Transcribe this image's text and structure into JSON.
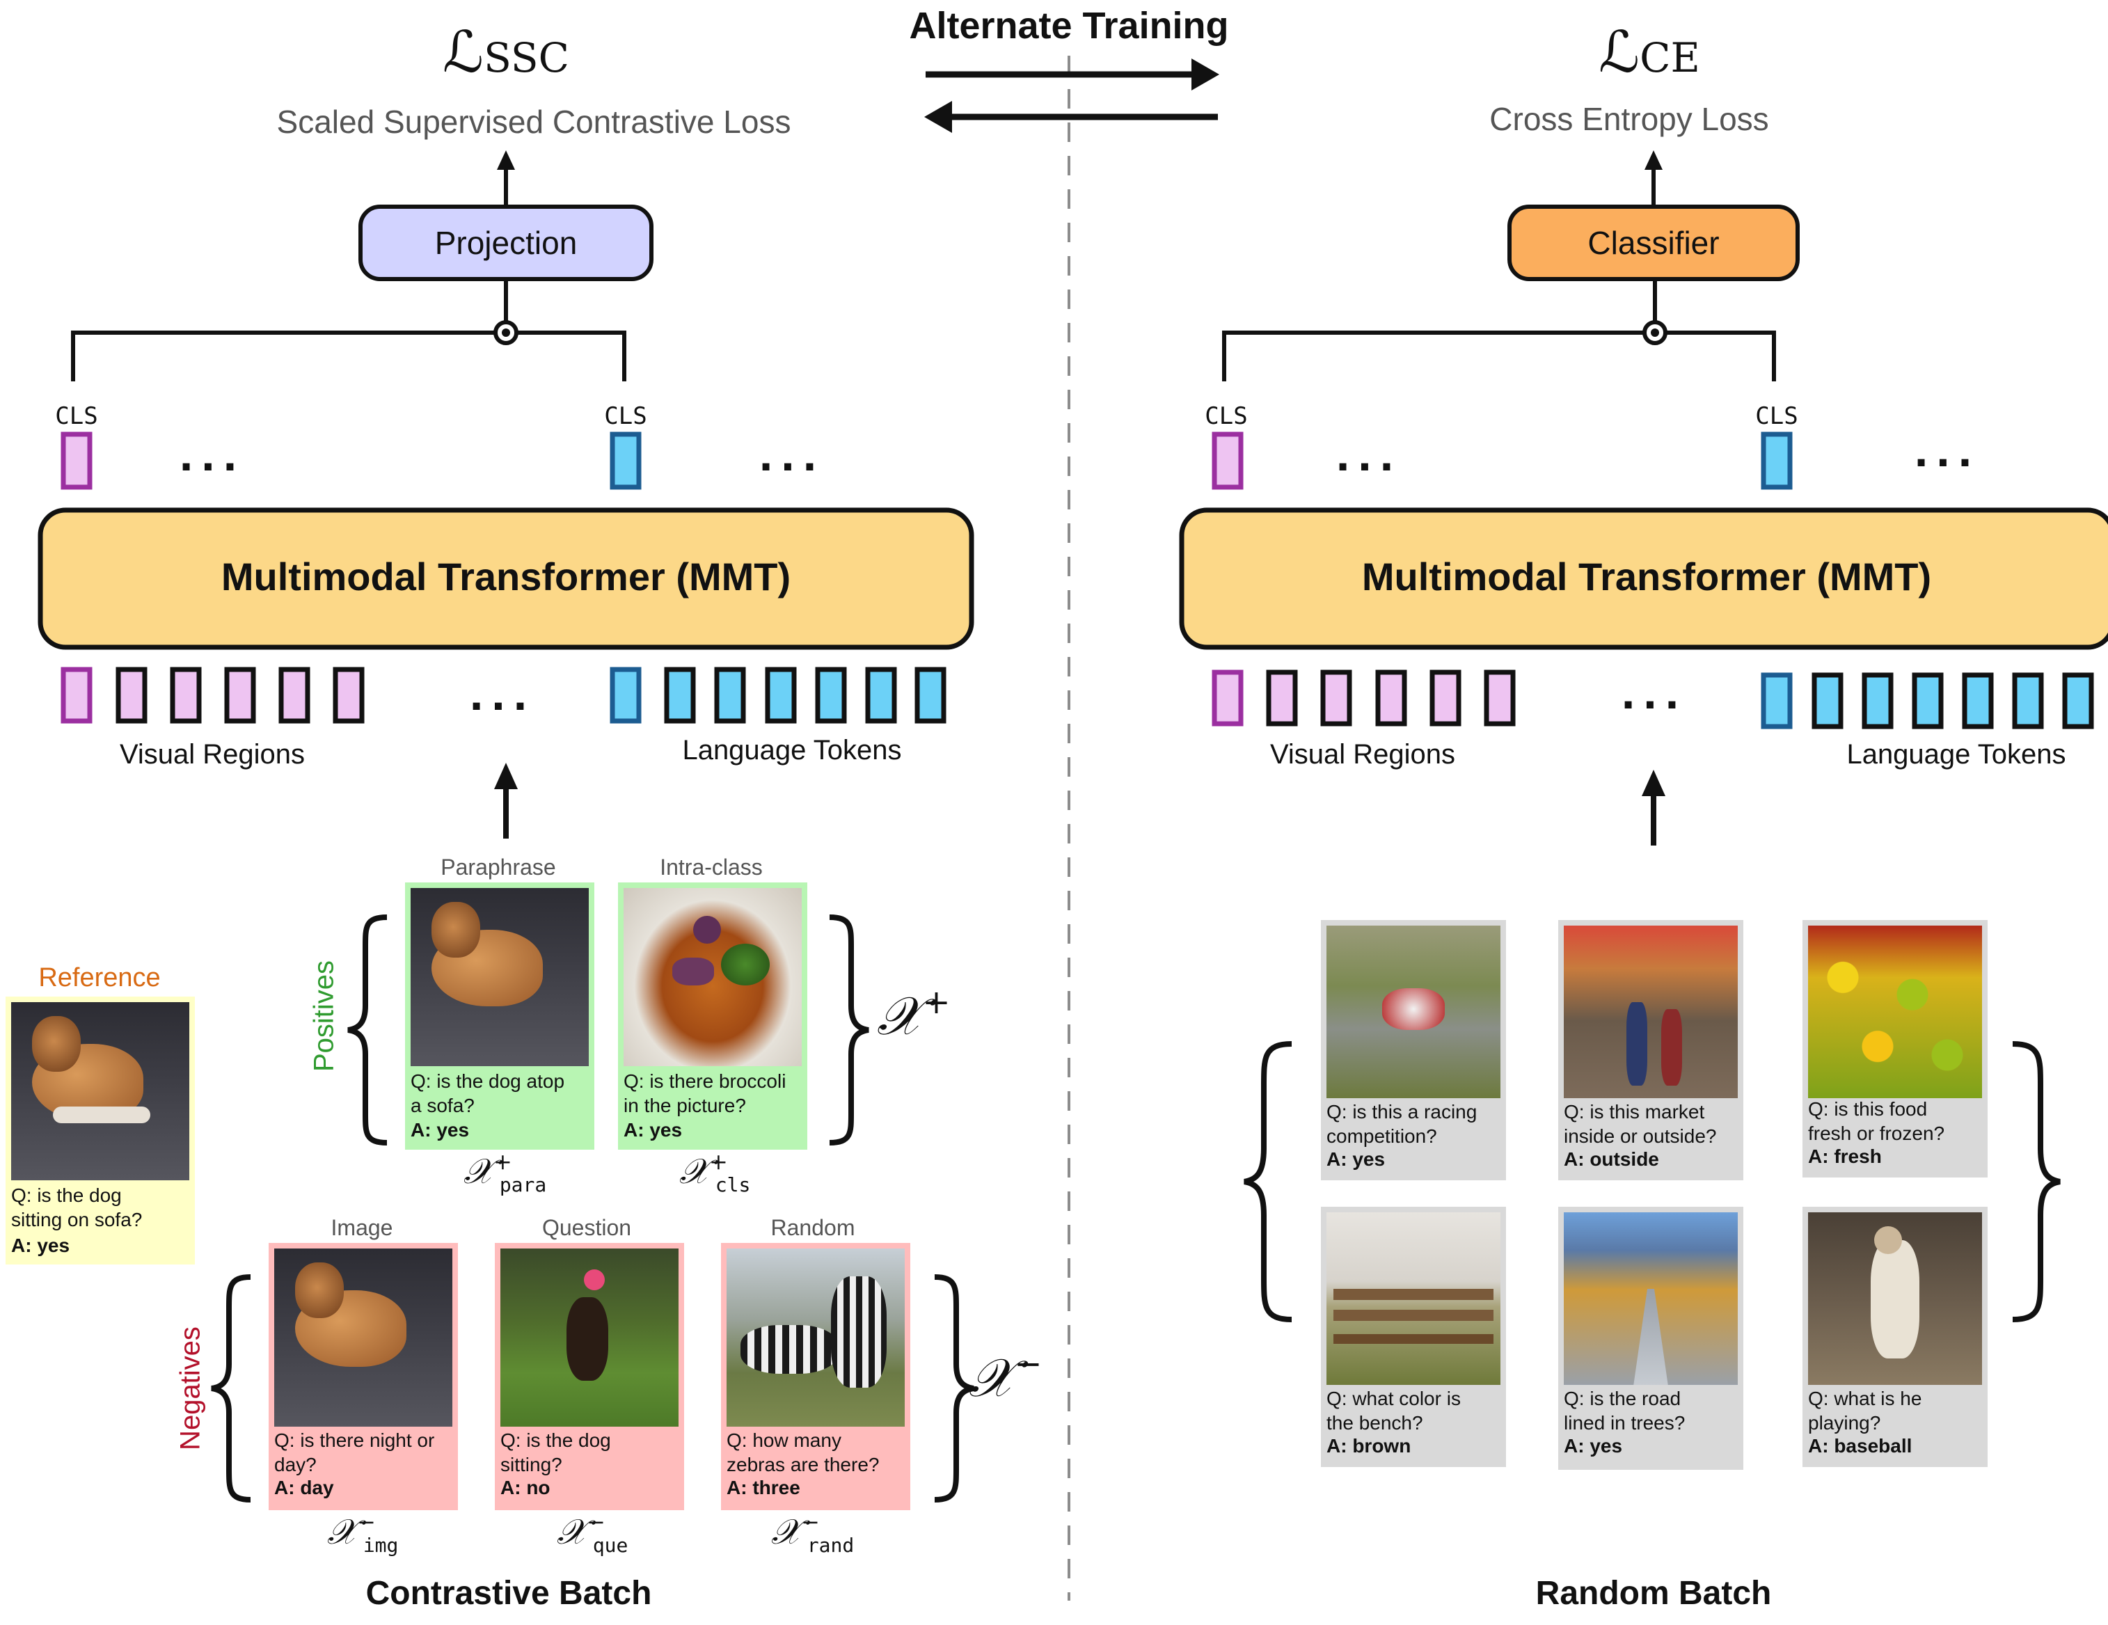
{
  "top": {
    "alternate_training": "Alternate Training"
  },
  "left": {
    "loss_symbol_base": "ℒ",
    "loss_symbol_sub": "SSC",
    "loss_name": "Scaled Supervised Contrastive Loss",
    "head_label": "Projection",
    "mmt_label": "Multimodal Transformer (MMT)",
    "cls_left": "CLS",
    "cls_right": "CLS",
    "ellipsis": "...",
    "visual_label": "Visual Regions",
    "language_label": "Language Tokens",
    "batch_label": "Contrastive Batch",
    "reference": {
      "title": "Reference",
      "question": "Q: is the dog\nsitting on sofa?",
      "answer": "A: yes"
    },
    "positives": {
      "side_label": "Positives",
      "set_symbol": "𝒳",
      "set_sign": "+",
      "items": [
        {
          "heading": "Paraphrase",
          "question": "Q: is the dog atop\na sofa?",
          "answer": "A: yes",
          "sym": "𝒳",
          "sign": "+",
          "sub": "para"
        },
        {
          "heading": "Intra-class",
          "question": "Q: is there broccoli\nin the picture?",
          "answer": "A: yes",
          "sym": "𝒳",
          "sign": "+",
          "sub": "cls"
        }
      ]
    },
    "negatives": {
      "side_label": "Negatives",
      "set_symbol": "𝒳",
      "set_sign": "−",
      "items": [
        {
          "heading": "Image",
          "question": "Q: is there night or\nday?",
          "answer": "A: day",
          "sym": "𝒳",
          "sign": "−",
          "sub": "img"
        },
        {
          "heading": "Question",
          "question": "Q: is the dog\nsitting?",
          "answer": "A: no",
          "sym": "𝒳",
          "sign": "−",
          "sub": "que"
        },
        {
          "heading": "Random",
          "question": "Q: how many\nzebras are there?",
          "answer": "A: three",
          "sym": "𝒳",
          "sign": "−",
          "sub": "rand"
        }
      ]
    }
  },
  "right": {
    "loss_symbol_base": "ℒ",
    "loss_symbol_sub": "CE",
    "loss_name": "Cross Entropy Loss",
    "head_label": "Classifier",
    "mmt_label": "Multimodal Transformer (MMT)",
    "cls_left": "CLS",
    "cls_right": "CLS",
    "ellipsis": "...",
    "visual_label": "Visual Regions",
    "language_label": "Language Tokens",
    "batch_label": "Random Batch",
    "cards": [
      {
        "question": "Q: is this a racing\ncompetition?",
        "answer": "A: yes"
      },
      {
        "question": "Q: is this market\ninside or outside?",
        "answer": "A: outside"
      },
      {
        "question": "Q: is this food\nfresh or frozen?",
        "answer": "A: fresh"
      },
      {
        "question": "Q: what color is\nthe bench?",
        "answer": "A: brown"
      },
      {
        "question": "Q: is the road\nlined in trees?",
        "answer": "A: yes"
      },
      {
        "question": "Q: what is he\nplaying?",
        "answer": "A: baseball"
      }
    ]
  },
  "colors": {
    "projection_fill": "#d2d3ff",
    "classifier_fill": "#fbae5d",
    "mmt_fill": "#fcd888",
    "visual_cls_fill": "#eec4f2",
    "visual_cls_border": "#9b2fa0",
    "visual_token_fill": "#eec4f2",
    "language_fill": "#6cd1f7",
    "language_border": "#1c5c91",
    "reference_card": "#ffffc7",
    "positive_card": "#b8f5b3",
    "negative_card": "#ffbcbc",
    "random_card": "#d9d9d9",
    "reference_title": "#d86a13",
    "positives_label": "#2f9b2f",
    "negatives_label": "#b3102a",
    "subtitle_gray": "#555555"
  }
}
